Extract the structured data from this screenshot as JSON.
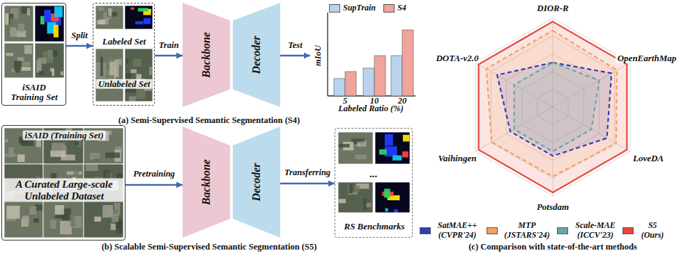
{
  "diagram": {
    "nodes": [
      {
        "text": [
          "iSAID Training Set"
        ]
      },
      {
        "text": [
          "Labeled Set",
          "Unlabeled Set"
        ]
      },
      {
        "text": [
          "Backbone"
        ]
      },
      {
        "text": [
          "Decoder"
        ]
      },
      {
        "text": [
          "mIoU",
          "Labeled Ratio (%)"
        ]
      },
      {
        "text": [
          "iSAID (Training Set)",
          "A Curated Large-scale Unlabeled Dataset"
        ]
      },
      {
        "text": [
          "Backbone"
        ]
      },
      {
        "text": [
          "Decoder"
        ]
      },
      {
        "text": [
          "RS Benchmarks"
        ]
      }
    ],
    "edges": [
      {
        "from": 0,
        "to": 1,
        "label": "Split",
        "arrow": "to"
      },
      {
        "from": 1,
        "to": 2,
        "label": "Train",
        "arrow": "to"
      },
      {
        "from": 3,
        "to": 4,
        "label": "Test",
        "arrow": "to"
      },
      {
        "from": 5,
        "to": 6,
        "label": "Pretraining",
        "arrow": "to"
      },
      {
        "from": 7,
        "to": 8,
        "label": "Transferring",
        "arrow": "to"
      }
    ],
    "labels": [
      "5",
      "10",
      "20",
      "(a) Semi-Supervised Semantic Segmentation (S4)",
      "...",
      "(b) Scalable Semi-Supervised Semantic Segmentation (S5)",
      "DIOR-R",
      "OpenEarthMap",
      "LoveDA",
      "Potsdam",
      "Vaihingen",
      "DOTA-v2.0",
      "(c) Comparison with state-of-the-art methods"
    ],
    "legend": [
      {
        "text": "SupTrain",
        "color": "#b9d3ef"
      },
      {
        "text": "S4",
        "color": "#f0a49c"
      },
      {
        "text": "SatMAE++ (CVPR'24)",
        "color": "#2c3fb3"
      },
      {
        "text": "MTP (JSTARS'24)",
        "color": "#f4a25e"
      },
      {
        "text": "Scale-MAE (ICCV'23)",
        "color": "#6aa7a4"
      },
      {
        "text": "S5 (Ours)",
        "color": "#e5473b"
      }
    ]
  }
}
